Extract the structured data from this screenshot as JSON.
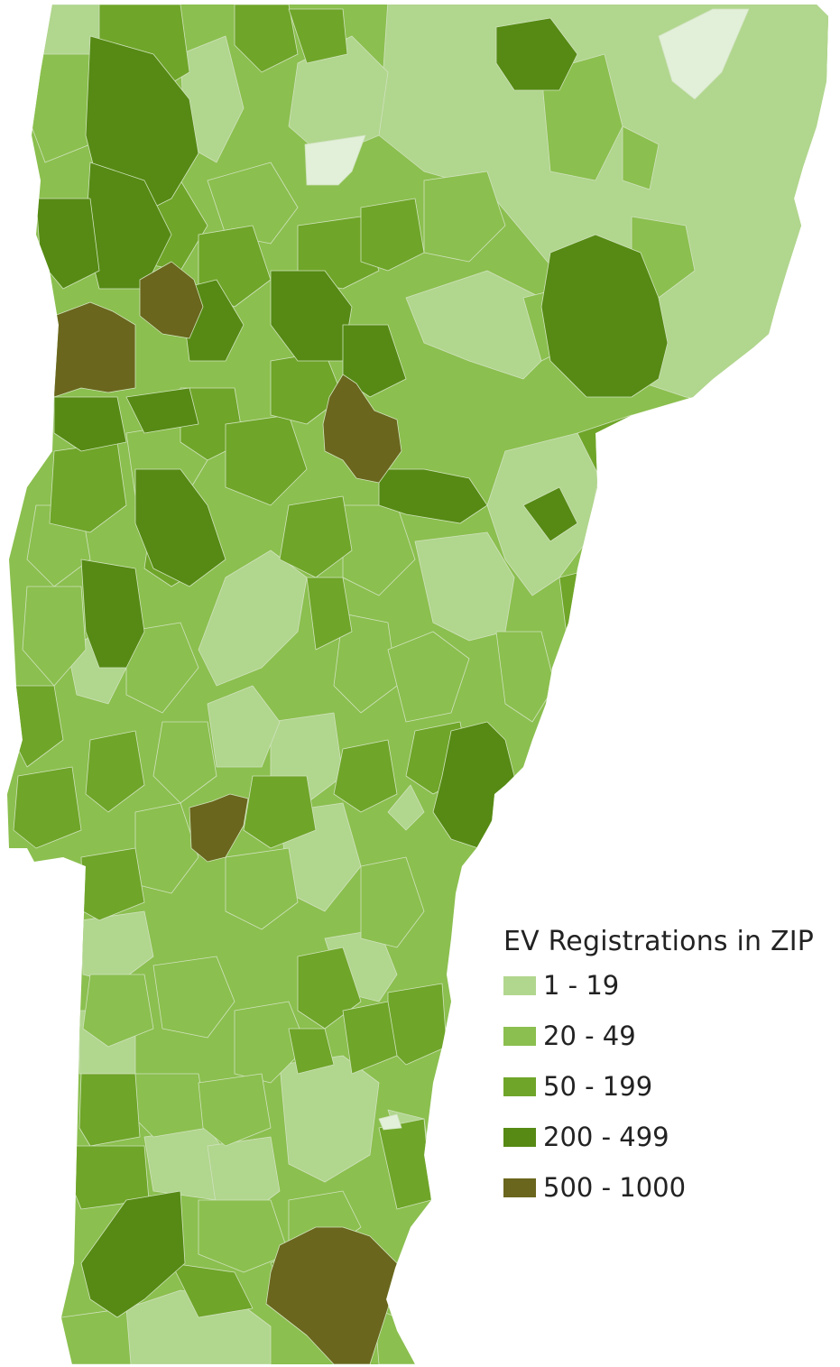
{
  "legend": {
    "title": "EV Registrations in ZIP",
    "items": [
      {
        "label": "1 - 19",
        "color": "#b1d68e"
      },
      {
        "label": "20 - 49",
        "color": "#8bbf4f"
      },
      {
        "label": "50 - 199",
        "color": "#6fa529"
      },
      {
        "label": "200 - 499",
        "color": "#568a14"
      },
      {
        "label": "500 - 1000",
        "color": "#6a661d"
      }
    ]
  },
  "map": {
    "no_data_color": "#e2efd9",
    "boundary_color": "#cfe3bd"
  }
}
